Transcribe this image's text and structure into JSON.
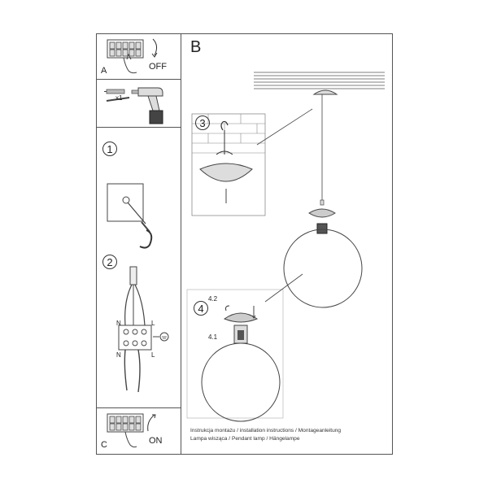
{
  "section_b_label": "B",
  "panel_a": {
    "label": "A",
    "switch_state": "OFF"
  },
  "panel_tools": {
    "screw_count": "x1"
  },
  "panel_c": {
    "label": "C",
    "switch_state": "ON"
  },
  "steps": {
    "step1": "1",
    "step2": "2",
    "step3": "3",
    "step4": "4"
  },
  "detail_labels": {
    "part_4_2": "4.2",
    "part_4_1": "4.1"
  },
  "wiring_labels": {
    "n_top": "N",
    "l_top": "L",
    "n_bottom": "N",
    "l_bottom": "L"
  },
  "caption": {
    "line1": "Instrukcja montażu / installation instructions / Montageanleitung",
    "line2": "Lampa wisząca / Pendant lamp / Hängelampe"
  },
  "icons": [
    "terminal-block-icon",
    "hand-switch-icon",
    "drill-icon",
    "screw-anchor-icon",
    "ground-icon",
    "ceiling-hook-icon",
    "globe-lamp-icon"
  ]
}
